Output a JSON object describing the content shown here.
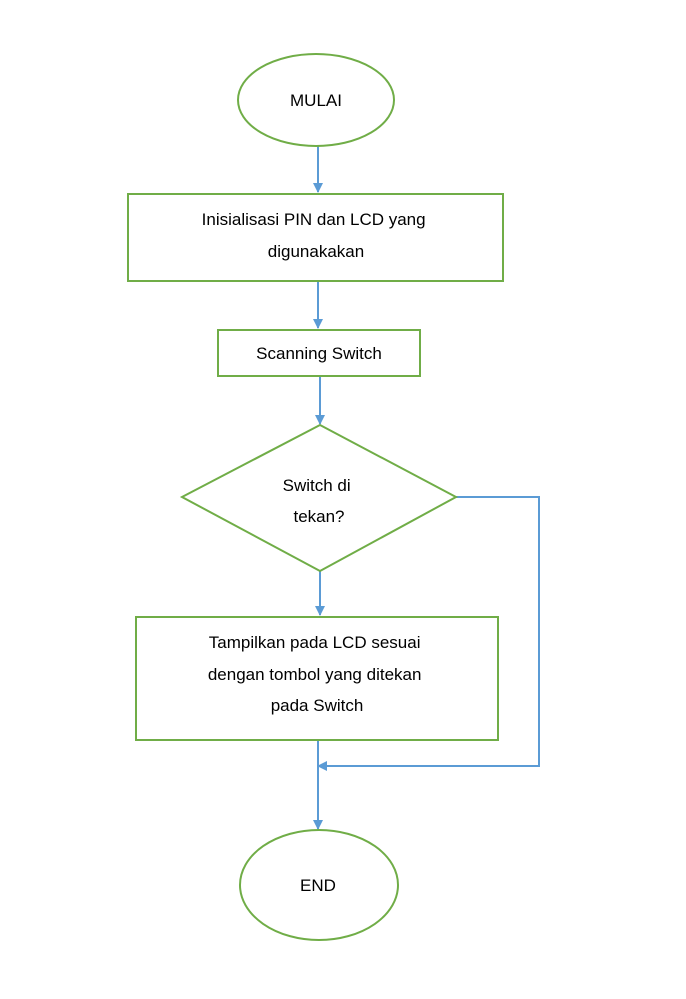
{
  "colors": {
    "shape_stroke": "#70ad47",
    "connector": "#5b9bd5",
    "text": "#000000",
    "background": "#ffffff"
  },
  "nodes": {
    "start": {
      "shape": "ellipse",
      "lines": [
        "MULAI"
      ]
    },
    "init": {
      "shape": "rectangle",
      "lines": [
        "Inisialisasi PIN dan LCD yang",
        "digunakakan"
      ]
    },
    "scan": {
      "shape": "rectangle",
      "lines": [
        "Scanning Switch"
      ]
    },
    "decision": {
      "shape": "diamond",
      "lines": [
        "Switch di",
        "tekan?"
      ]
    },
    "display": {
      "shape": "rectangle",
      "lines": [
        "Tampilkan pada LCD sesuai",
        "dengan tombol yang ditekan",
        "pada Switch"
      ]
    },
    "end": {
      "shape": "ellipse",
      "lines": [
        "END"
      ]
    }
  }
}
